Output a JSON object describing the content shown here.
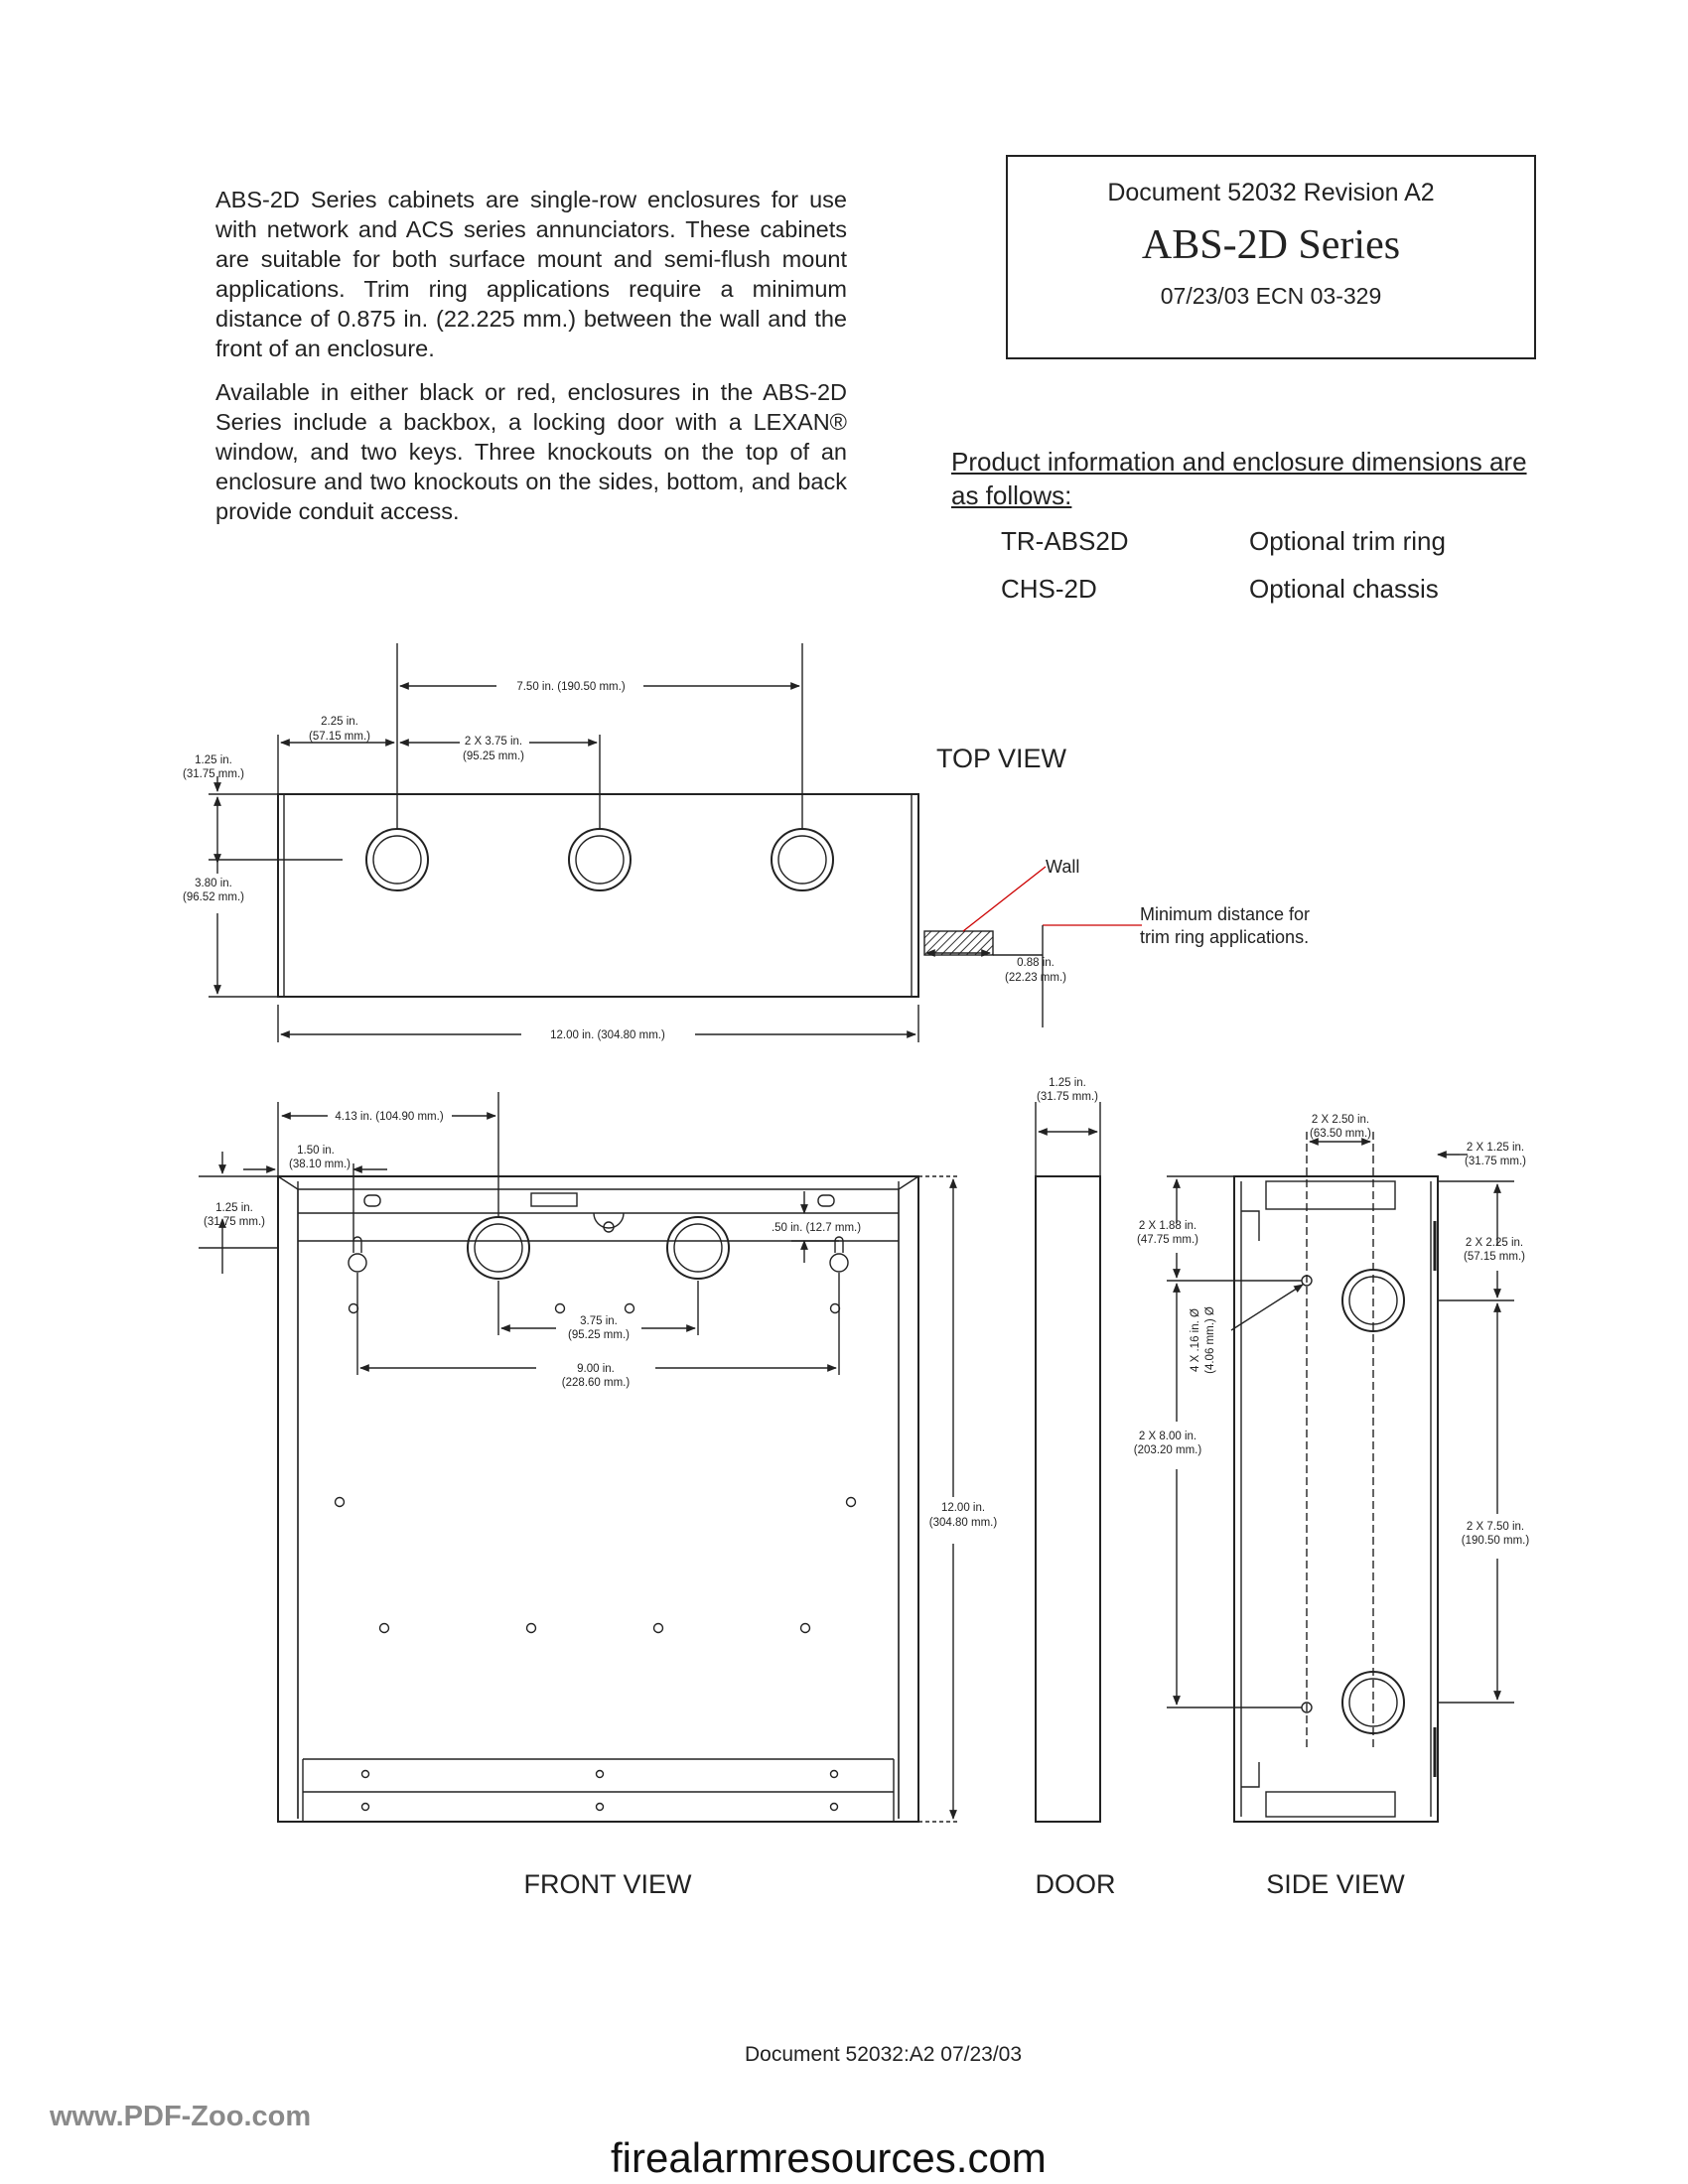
{
  "intro": {
    "p1": "ABS-2D Series cabinets are single-row enclosures for use with network and ACS series annunciators. These cabinets are suitable for both surface mount and semi-flush mount applications. Trim ring applications require a minimum distance of 0.875 in. (22.225 mm.) between the wall and the front of an enclosure.",
    "p2": "Available in either black or red, enclosures in the ABS-2D Series include a backbox, a locking door with a LEXAN® window, and two keys. Three knockouts on the top of an enclosure and two knockouts on the sides, bottom, and back provide conduit access."
  },
  "header_box": {
    "doc_line": "Document 52032   Revision A2",
    "title": "ABS-2D Series",
    "ecn_line": "07/23/03  ECN 03-329"
  },
  "product_info": {
    "heading": "Product information and enclosure dimensions are as follows:",
    "items": [
      {
        "code": "TR-ABS2D",
        "desc": "Optional trim ring"
      },
      {
        "code": "CHS-2D",
        "desc": "Optional chassis"
      }
    ]
  },
  "drawing": {
    "views": {
      "top": "TOP VIEW",
      "front": "FRONT VIEW",
      "door": "DOOR",
      "side": "SIDE VIEW"
    },
    "top_view": {
      "d_750": "7.50 in. (190.50 mm.)",
      "d_225_a": "2.25 in.",
      "d_225_b": "(57.15 mm.)",
      "d_375_a": "2 X 3.75 in.",
      "d_375_b": "(95.25 mm.)",
      "d_125_a": "1.25 in.",
      "d_125_b": "(31.75 mm.)",
      "d_380_a": "3.80 in.",
      "d_380_b": "(96.52 mm.)",
      "wall": "Wall",
      "min_a": "Minimum distance for",
      "min_b": "trim ring applications.",
      "d_088_a": "0.88 in.",
      "d_088_b": "(22.23 mm.)",
      "d_1200": "12.00 in. (304.80 mm.)"
    },
    "front_view": {
      "d_413": "4.13 in. (104.90 mm.)",
      "d_150_a": "1.50 in.",
      "d_150_b": "(38.10 mm.)",
      "d_125_a": "1.25 in.",
      "d_125_b": "(31.75 mm.)",
      "d_050": ".50 in. (12.7 mm.)",
      "d_375_a": "3.75 in.",
      "d_375_b": "(95.25 mm.)",
      "d_900_a": "9.00 in.",
      "d_900_b": "(228.60 mm.)",
      "d_1200_a": "12.00 in.",
      "d_1200_b": "(304.80 mm.)"
    },
    "door": {
      "d_125_a": "1.25 in.",
      "d_125_b": "(31.75 mm.)"
    },
    "side_view": {
      "d_250_a": "2 X 2.50 in.",
      "d_250_b": "(63.50 mm.)",
      "d_2x125_a": "2 X 1.25 in.",
      "d_2x125_b": "(31.75 mm.)",
      "d_188_a": "2 X 1.88 in.",
      "d_188_b": "(47.75 mm.)",
      "d_225_a": "2 X 2.25 in.",
      "d_225_b": "(57.15 mm.)",
      "d_hole_a": "4 X .16 in. Ø",
      "d_hole_b": "(4.06 mm.) Ø",
      "d_800_a": "2 X 8.00 in.",
      "d_800_b": "(203.20 mm.)",
      "d_750_a": "2 X 7.50 in.",
      "d_750_b": "(190.50 mm.)"
    }
  },
  "footer": {
    "doc": "Document 52032:A2   07/23/03"
  },
  "watermarks": {
    "left": "www.PDF-Zoo.com",
    "bottom": "firealarmresources.com"
  }
}
